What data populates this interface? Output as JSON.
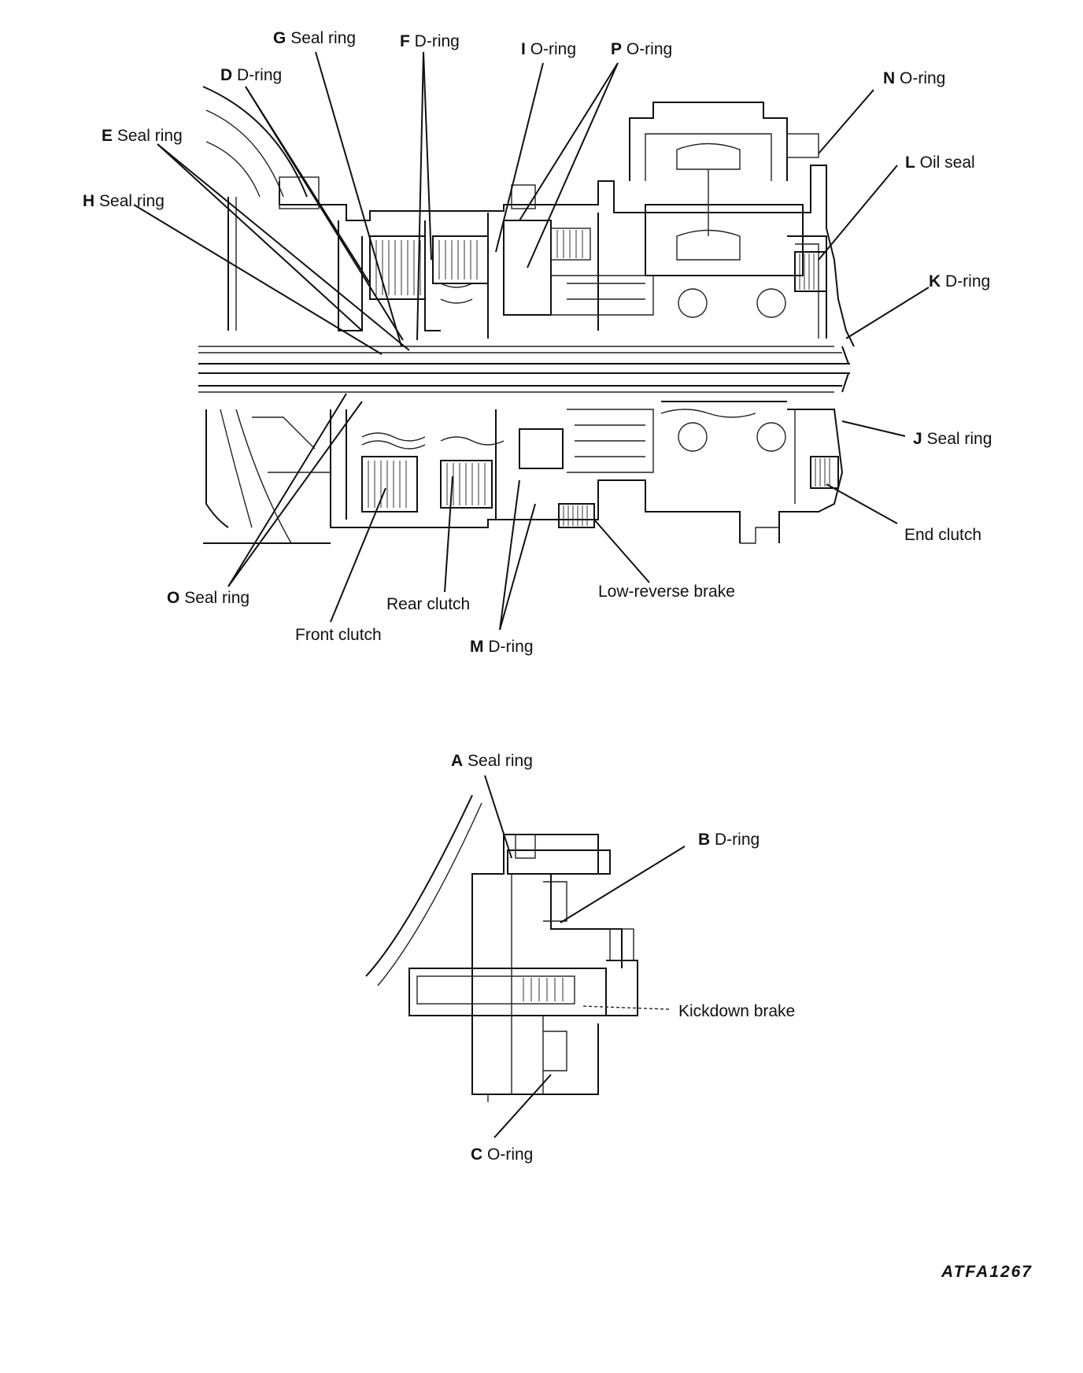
{
  "labels": {
    "g_seal_ring": {
      "letter": "G",
      "text": "Seal ring"
    },
    "f_d_ring": {
      "letter": "F",
      "text": "D-ring"
    },
    "i_o_ring": {
      "letter": "I",
      "text": "O-ring"
    },
    "p_o_ring": {
      "letter": "P",
      "text": "O-ring"
    },
    "d_d_ring": {
      "letter": "D",
      "text": "D-ring"
    },
    "n_o_ring": {
      "letter": "N",
      "text": "O-ring"
    },
    "e_seal_ring": {
      "letter": "E",
      "text": "Seal ring"
    },
    "l_oil_seal": {
      "letter": "L",
      "text": "Oil seal"
    },
    "h_seal_ring": {
      "letter": "H",
      "text": "Seal ring"
    },
    "k_d_ring": {
      "letter": "K",
      "text": "D-ring"
    },
    "j_seal_ring": {
      "letter": "J",
      "text": "Seal ring"
    },
    "end_clutch": {
      "text": "End clutch"
    },
    "o_seal_ring": {
      "letter": "O",
      "text": "Seal ring"
    },
    "rear_clutch": {
      "text": "Rear clutch"
    },
    "low_reverse_brake": {
      "text": "Low-reverse brake"
    },
    "front_clutch": {
      "text": "Front clutch"
    },
    "m_d_ring": {
      "letter": "M",
      "text": "D-ring"
    },
    "a_seal_ring": {
      "letter": "A",
      "text": "Seal ring"
    },
    "b_d_ring": {
      "letter": "B",
      "text": "D-ring"
    },
    "kickdown_brake": {
      "text": "Kickdown brake"
    },
    "c_o_ring": {
      "letter": "C",
      "text": "O-ring"
    }
  },
  "figure_id": "ATFA1267"
}
